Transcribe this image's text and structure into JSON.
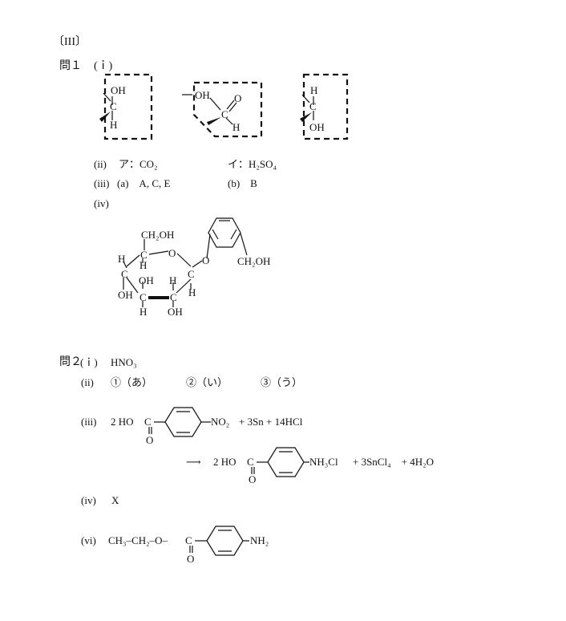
{
  "section": "〔III〕",
  "q1": {
    "label": "問１",
    "i": {
      "label": "(ｉ)",
      "struct1": {
        "top": "OH",
        "mid": "C",
        "bottom": "H"
      },
      "struct2": {
        "left": "OH",
        "mid": "C",
        "top": "O",
        "right": "H"
      },
      "struct3": {
        "top": "H",
        "mid": "C",
        "bottom": "OH"
      }
    },
    "ii": {
      "label": "(ii)",
      "a": "ア：CO₂",
      "b": "イ：H₂SO₄"
    },
    "iii": {
      "label": "(iii)",
      "a": "(a)　A, C, E",
      "b": "(b)　B"
    },
    "iv": {
      "label": "(iv)",
      "atoms": {
        "ch2oh_top": "CH₂OH",
        "ring_o": "O",
        "link_o": "O",
        "ch2oh_benz": "CH₂OH",
        "c1": "C",
        "c2": "C",
        "c3": "C",
        "c4": "C",
        "c5": "C",
        "h_left": "H",
        "h_c5": "H",
        "oh_c3top": "OH",
        "h_c2top": "H",
        "h_c1": "H",
        "oh_left": "OH",
        "h_c3bot": "H",
        "oh_c2bot": "OH"
      }
    }
  },
  "q2": {
    "label": "問２",
    "i": {
      "label": "(ｉ)",
      "value": "HNO₃"
    },
    "ii": {
      "label": "(ii)",
      "a": "①（あ）",
      "b": "②（い）",
      "c": "③（う）"
    },
    "iii": {
      "label": "(iii)",
      "coef": "2 HO",
      "c": "C",
      "o": "O",
      "no2": "NO₂",
      "rhs1": "+ 3Sn + 14HCl",
      "arrow": "⟶",
      "coef2": "2 HO",
      "nh3cl": "NH₃Cl",
      "rhs2": "+ 3SnCl₄　+ 4H₂O"
    },
    "iv": {
      "label": "(iv)",
      "value": "X"
    },
    "vi": {
      "label": "(vi)",
      "prefix": "CH₃–CH₂–O–",
      "c": "C",
      "o": "O",
      "nh2": "NH₂"
    }
  }
}
